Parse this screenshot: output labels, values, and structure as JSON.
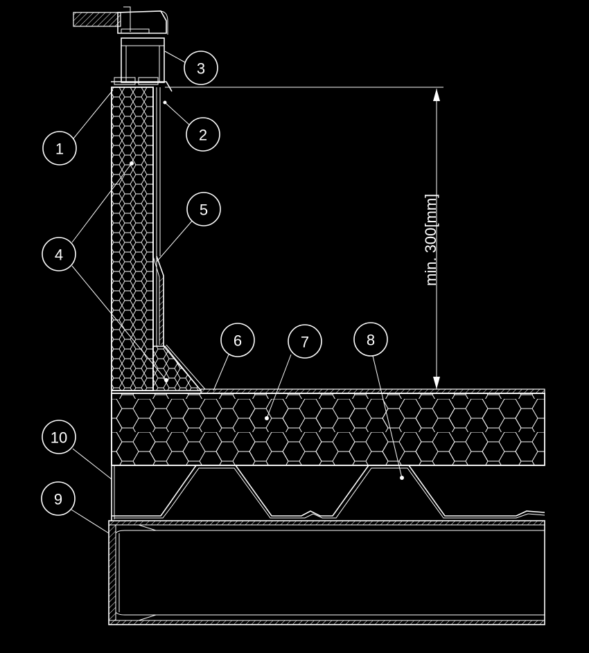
{
  "callouts": [
    {
      "num": "1"
    },
    {
      "num": "2"
    },
    {
      "num": "3"
    },
    {
      "num": "4"
    },
    {
      "num": "5"
    },
    {
      "num": "6"
    },
    {
      "num": "7"
    },
    {
      "num": "8"
    },
    {
      "num": "9"
    },
    {
      "num": "10"
    }
  ],
  "dimension": {
    "label": "min. 300[mm]"
  },
  "colors": {
    "background": "#000000",
    "lines": "#ffffff"
  }
}
